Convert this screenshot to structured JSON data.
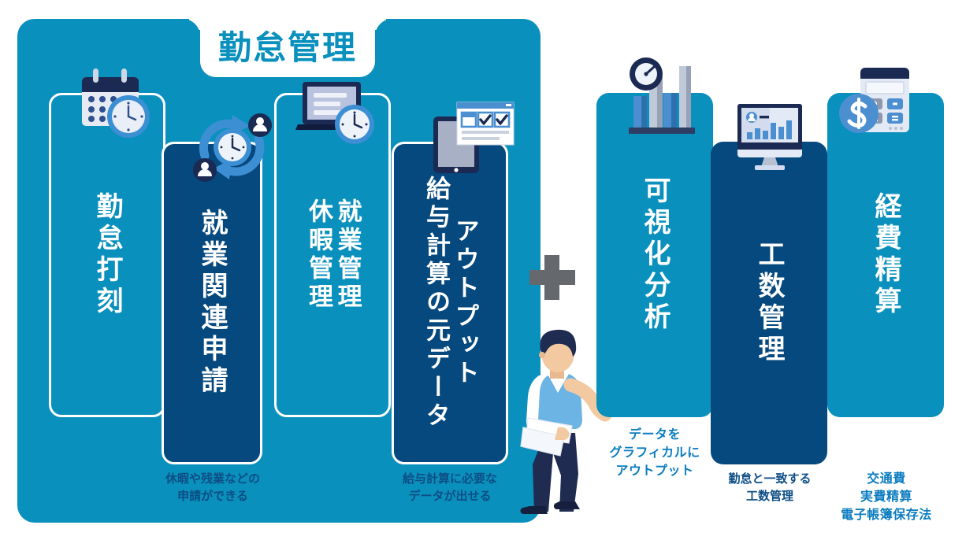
{
  "title": "勤怠管理",
  "plus_symbol": "+",
  "colors": {
    "panel_teal": "#0a90bd",
    "card_dark_navy": "#06497e",
    "card_light_teal": "#0a90bd",
    "caption_dark": "#0d4e85",
    "caption_bright": "#0b7cc0",
    "white": "#ffffff",
    "plus_gray": "#65696d",
    "accent_blue": "#3d8fd4",
    "icon_navy": "#1b2a52"
  },
  "left_group": {
    "cards": [
      {
        "id": "timestamp",
        "label": "勤怠打刻",
        "style": "outline",
        "icon": "calendar-clock-icon",
        "caption": ""
      },
      {
        "id": "work-application",
        "label": "就業関連申請",
        "style": "dark",
        "icon": "cycle-people-clock-icon",
        "caption": "休暇や残業などの\n申請ができる"
      },
      {
        "id": "attendance-leave-management",
        "label_line1": "就業管理",
        "label_line2": "休暇管理",
        "style": "outline",
        "icon": "laptop-clock-icon",
        "caption": ""
      },
      {
        "id": "payroll-source-data-output",
        "label_line1": "給与計算の元データ",
        "label_line2": "アウトプット",
        "style": "dark",
        "icon": "tablet-checklist-icon",
        "caption": "給与計算に必要な\nデータが出せる"
      }
    ]
  },
  "right_group": {
    "cards": [
      {
        "id": "visualization-analysis",
        "label": "可視化分析",
        "style": "solid-teal",
        "icon": "gauge-barchart-icon",
        "caption": "データを\nグラフィカルに\nアウトプット"
      },
      {
        "id": "man-hour-management",
        "label": "工数管理",
        "style": "dark-plain",
        "icon": "monitor-dashboard-icon",
        "caption": "勤怠と一致する\n工数管理"
      },
      {
        "id": "expense-settlement",
        "label": "経費精算",
        "style": "solid-teal",
        "icon": "calculator-dollar-icon",
        "caption": "交通費\n実費精算\n電子帳簿保存法"
      }
    ]
  },
  "illustration": {
    "name": "person-pointing-with-documents"
  }
}
